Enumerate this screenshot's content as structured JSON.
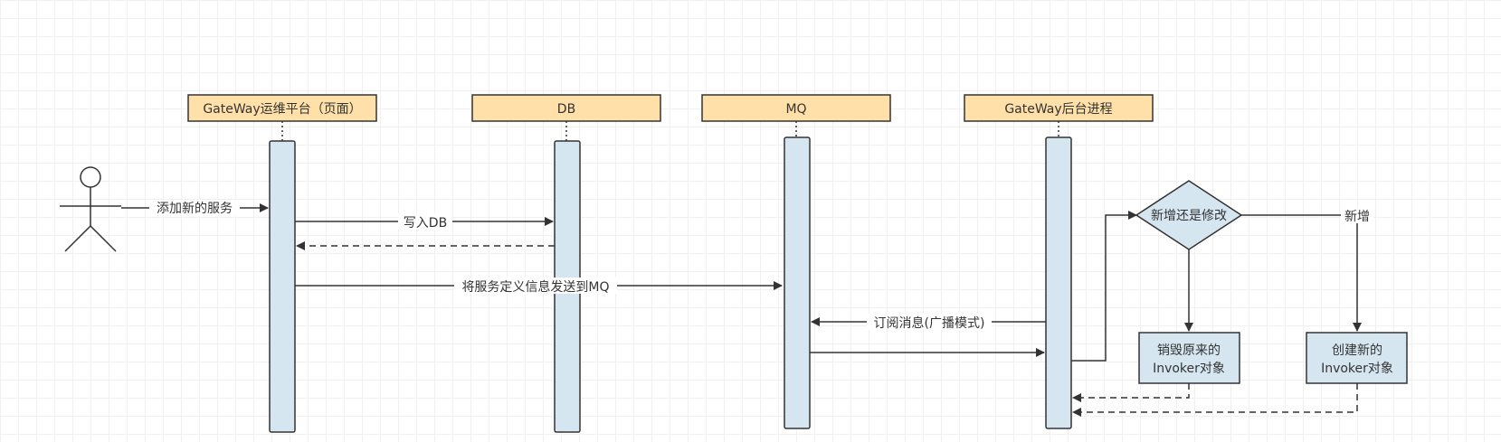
{
  "diagram": {
    "actor_label": "",
    "participants": [
      {
        "id": "page",
        "label": "GateWay运维平台（页面）"
      },
      {
        "id": "db",
        "label": "DB"
      },
      {
        "id": "mq",
        "label": "MQ"
      },
      {
        "id": "gw",
        "label": "GateWay后台进程"
      }
    ],
    "messages": {
      "add_service": "添加新的服务",
      "write_db": "写入DB",
      "send_mq": "将服务定义信息发送到MQ",
      "subscribe": "订阅消息(广播模式)"
    },
    "decision": {
      "label": "新增还是修改",
      "branch_new": "新增"
    },
    "boxes": {
      "destroy_line1": "销毁原来的",
      "destroy_line2": "Invoker对象",
      "create_line1": "创建新的",
      "create_line2": "Invoker对象"
    },
    "colors": {
      "header_fill": "#ffe0a8",
      "lifeline_fill": "#d6e6f0",
      "stroke": "#333333",
      "grid": "#f0f0f0"
    }
  }
}
